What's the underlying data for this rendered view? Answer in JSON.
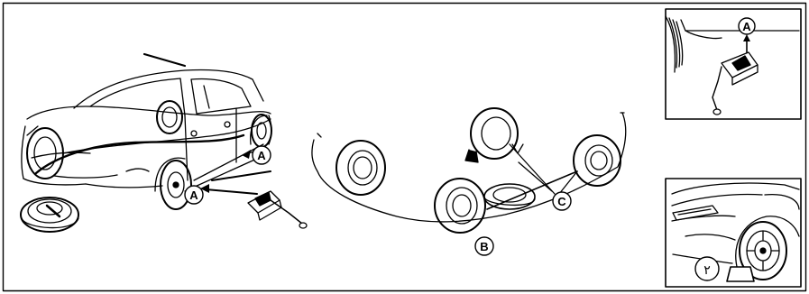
{
  "callouts": {
    "a": "A",
    "b": "B",
    "c": "C",
    "inset_step": "٢"
  },
  "colors": {
    "line": "#000000",
    "fill": "#ffffff"
  }
}
